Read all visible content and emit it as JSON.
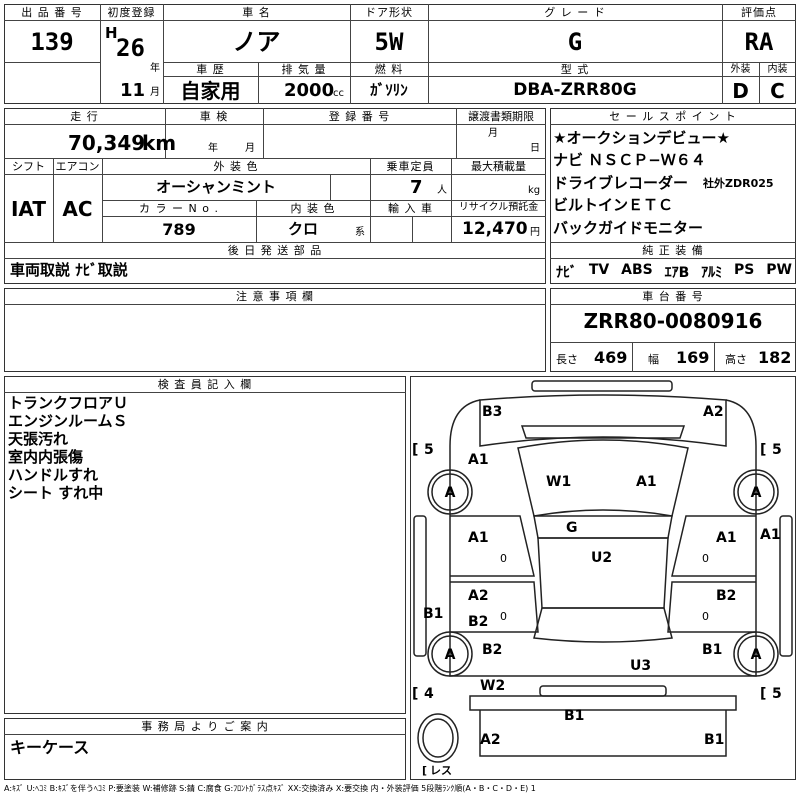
{
  "header": {
    "lot_label": "出 品 番 号",
    "lot": "139",
    "first_reg_label": "初度登録",
    "era": "H",
    "year": "26",
    "year_unit": "年",
    "month": "11",
    "month_unit": "月",
    "model_name_label": "車 名",
    "model_name": "ノア",
    "doors_label": "ドア形状",
    "doors": "5W",
    "grade_label": "グ レ ー ド",
    "grade": "G",
    "rating_label": "評価点",
    "rating": "RA",
    "history_label": "車 歴",
    "history": "自家用",
    "displacement_label": "排 気 量",
    "displacement": "2000",
    "displacement_unit": "cc",
    "fuel_label": "燃 料",
    "fuel": "ｶﾞｿﾘﾝ",
    "model_code_label": "型 式",
    "model_code": "DBA-ZRR80G",
    "exterior_label": "外装",
    "exterior": "D",
    "interior_label": "内装",
    "interior": "C"
  },
  "info": {
    "mileage_label": "走 行",
    "mileage": "70,349",
    "mileage_unit": "km",
    "inspection_label": "車 検",
    "inspection_year": "年",
    "inspection_month": "月",
    "plate_label": "登 録 番 号",
    "transfer_label": "譲渡書類期限",
    "transfer_month": "月",
    "transfer_day": "日",
    "shift_label": "シフト",
    "shift": "IAT",
    "ac_label": "エアコン",
    "ac": "AC",
    "ext_color_label": "外 装 色",
    "ext_color": "オーシャンミント",
    "capacity_label": "乗車定員",
    "capacity": "7",
    "capacity_unit": "人",
    "load_label": "最大積載量",
    "load_unit": "kg",
    "color_no_label": "カ ラ ー N o .",
    "color_no": "789",
    "int_color_label": "内 装 色",
    "int_color": "クロ",
    "int_color_unit": "系",
    "import_label": "輸 入 車",
    "recycle_label": "リサイクル預託金",
    "recycle": "12,470",
    "recycle_unit": "円",
    "later_parts_label": "後 日 発 送 部 品",
    "later_parts": "車両取説 ﾅﾋﾞ取説",
    "notes_label": "注 意 事 項 欄"
  },
  "sales_points": {
    "label": "セ ー ル ス ポ イ ン ト",
    "lines": [
      "★オークションデビュー★",
      "ナビ ＮＳＣＰ−Ｗ６４",
      "ドライブレコーダー",
      "ビルトインＥＴＣ",
      "バックガイドモニター"
    ],
    "recorder_note": "社外ZDR025"
  },
  "equipment": {
    "label": "純 正 装 備",
    "items": [
      "ﾅﾋﾞ",
      "TV",
      "ABS",
      "ｴｱB",
      "ｱﾙﾐ",
      "PS",
      "PW"
    ]
  },
  "chassis": {
    "label": "車 台 番 号",
    "number": "ZRR80-0080916",
    "length_label": "長さ",
    "length": "469",
    "width_label": "幅",
    "width": "169",
    "height_label": "高さ",
    "height": "182"
  },
  "inspector": {
    "label": "検 査 員 記 入 欄",
    "lines": [
      "トランクフロアＵ",
      "エンジンルームＳ",
      "天張汚れ",
      "室内内張傷",
      "ハンドルすれ",
      "シート すれ中"
    ]
  },
  "office": {
    "label": "事 務 局 よ り ご 案 内",
    "text": "キーケース"
  },
  "diagram": {
    "marks": [
      {
        "id": "b3-front-left",
        "text": "B3"
      },
      {
        "id": "a2-front-right",
        "text": "A2"
      },
      {
        "id": "a1-front-left-fender",
        "text": "A1"
      },
      {
        "id": "w1-windshield",
        "text": "W1"
      },
      {
        "id": "a1-hood",
        "text": "A1"
      },
      {
        "id": "g-windshield",
        "text": "G"
      },
      {
        "id": "a1-left-front-door",
        "text": "A1"
      },
      {
        "id": "a1-right-front-door",
        "text": "A1"
      },
      {
        "id": "a1-right-edge",
        "text": "A1"
      },
      {
        "id": "u2-roof",
        "text": "U2"
      },
      {
        "id": "a2-left-rear-door",
        "text": "A2"
      },
      {
        "id": "b2-left-rear-door",
        "text": "B2"
      },
      {
        "id": "b2-right-rear-door",
        "text": "B2"
      },
      {
        "id": "b1-left-side",
        "text": "B1"
      },
      {
        "id": "b2-left-quarter",
        "text": "B2"
      },
      {
        "id": "b1-right-quarter",
        "text": "B1"
      },
      {
        "id": "u3-rear",
        "text": "U3"
      },
      {
        "id": "w2-rear-glass",
        "text": "W2"
      },
      {
        "id": "b1-rear-bumper",
        "text": "B1"
      },
      {
        "id": "a2-rear-left",
        "text": "A2"
      },
      {
        "id": "b1-rear-right",
        "text": "B1"
      }
    ],
    "tires": [
      {
        "id": "front-left",
        "grade": "A",
        "tread": "5"
      },
      {
        "id": "front-right",
        "grade": "A",
        "tread": "5"
      },
      {
        "id": "rear-left",
        "grade": "A",
        "tread": "4"
      },
      {
        "id": "rear-right",
        "grade": "A",
        "tread": "5"
      }
    ],
    "spare_label": "レス",
    "zeros": [
      "0",
      "0",
      "0",
      "0"
    ]
  },
  "legend": "A:ｷｽﾞ U:ﾍｺﾐ B:ｷｽﾞを伴うﾍｺﾐ P:要塗装 W:補修跡 S:錆 C:腐食 G:ﾌﾛﾝﾄｶﾞﾗｽ点ｷｽﾞ XX:交換済み X:要交換 内・外装評価 5段階ﾗﾝｸ順(A・B・C・D・E) 1"
}
